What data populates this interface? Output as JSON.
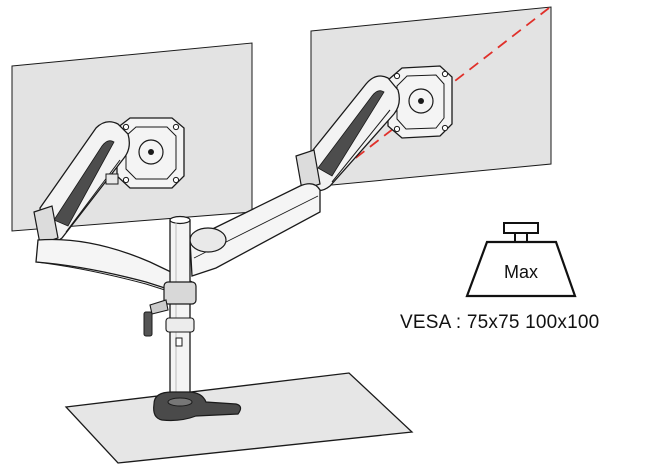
{
  "weight_label": "Max",
  "vesa_label": "VESA : 75x75 100x100",
  "colors": {
    "screen_fill": "#e3e3e3",
    "line": "#1a1a1a",
    "arm_light": "#f5f5f5",
    "arm_mid": "#cfcfcf",
    "arm_dark": "#4d4d4d",
    "accent_dash": "#e0302a"
  },
  "icons": [
    "dual-monitor-arm-illustration",
    "weight-icon",
    "tilt-dash-line"
  ]
}
